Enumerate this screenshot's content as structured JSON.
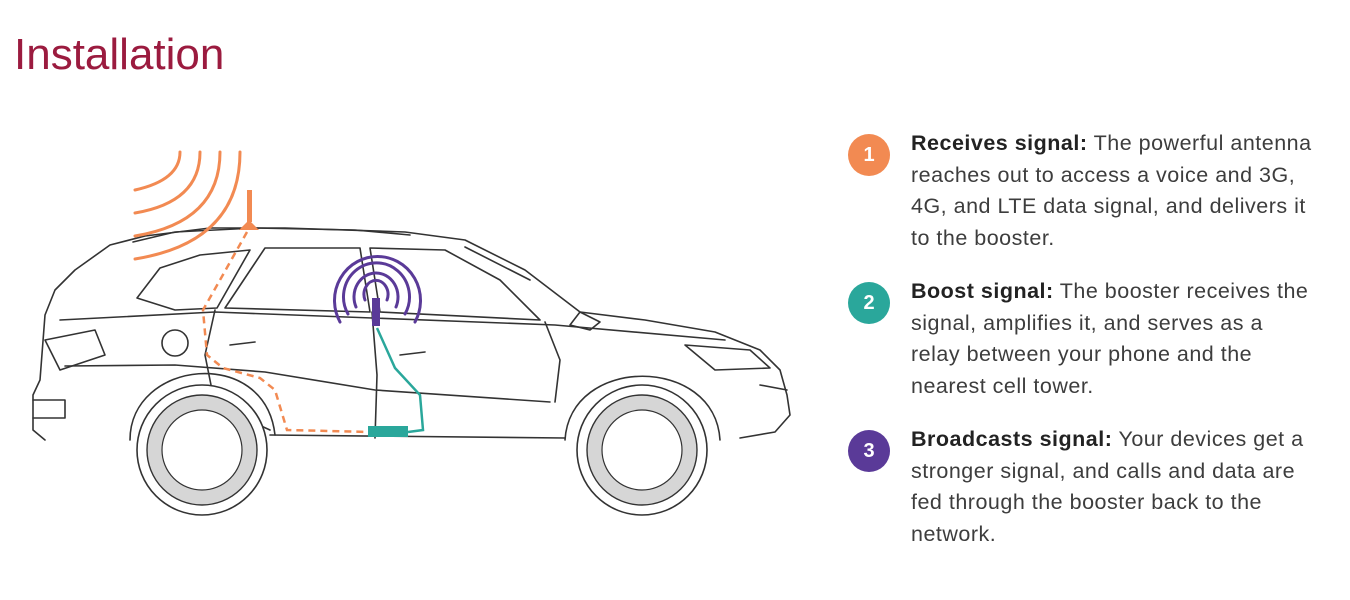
{
  "title": "Installation",
  "colors": {
    "title": "#9b1b3f",
    "step1": "#f28a52",
    "step2": "#2aa79b",
    "step3": "#5a3a98",
    "car_outline": "#333333"
  },
  "illustration": {
    "icons": [
      "outside-signal-waves-icon",
      "roof-antenna-icon",
      "booster-unit-icon",
      "inside-antenna-icon",
      "inside-broadcast-waves-icon"
    ]
  },
  "steps": [
    {
      "number": "1",
      "heading": "Receives signal:",
      "text": " The powerful antenna reaches out to access a voice and 3G, 4G, and LTE data signal, and delivers it to the booster."
    },
    {
      "number": "2",
      "heading": "Boost signal:",
      "text": " The booster receives the signal, amplifies it, and serves as a relay between your phone and the nearest cell tower."
    },
    {
      "number": "3",
      "heading": "Broadcasts signal:",
      "text": " Your devices get a stronger signal, and calls and data are fed through the booster back to the network."
    }
  ]
}
